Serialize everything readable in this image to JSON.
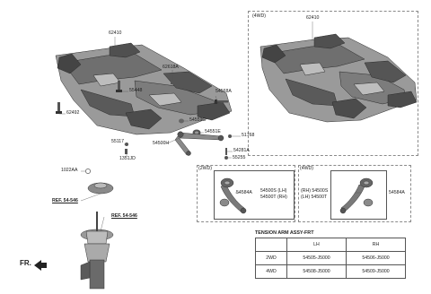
{
  "boxes": {
    "fourwd_subframe": "(4WD)",
    "twowd_arm": "(2WD)",
    "fourwd_arm": "(4WD)"
  },
  "labels": {
    "p62410_main": "62410",
    "p62410_4wd": "62410",
    "p62618A": "62618A",
    "p55448": "55448",
    "p62492": "62492",
    "p54568A": "54568A",
    "p54559C": "54559C",
    "p54551E": "54551E",
    "p54500H": "54500H",
    "p55117": "55117",
    "p1351JD": "1351JD",
    "p51768": "51768",
    "p54281A": "54281A",
    "p55255": "55255",
    "p1022AA": "1022AA",
    "ref1": "REF. 54-546",
    "ref2": "REF. 54-546",
    "p54584A_2wd": "54584A",
    "p54500S_lh": "54500S (LH)",
    "p54500T_rh": "54500T (RH)",
    "p54500S_rh": "(RH) 54500S",
    "p54500T_lh": "(LH) 54500T",
    "p54584A_4wd": "54584A",
    "fr": "FR."
  },
  "tension_table": {
    "title": "TENSION ARM ASSY-FRT",
    "headers": [
      "",
      "LH",
      "RH"
    ],
    "rows": [
      [
        "2WD",
        "54505-J5000",
        "54506-J5000"
      ],
      [
        "4WD",
        "54508-J5000",
        "54509-J5000"
      ]
    ]
  },
  "colors": {
    "part_dark": "#4a4a4a",
    "part_mid": "#7a7a7a",
    "part_light": "#a8a8a8",
    "dash_border": "#8a8a8a"
  }
}
